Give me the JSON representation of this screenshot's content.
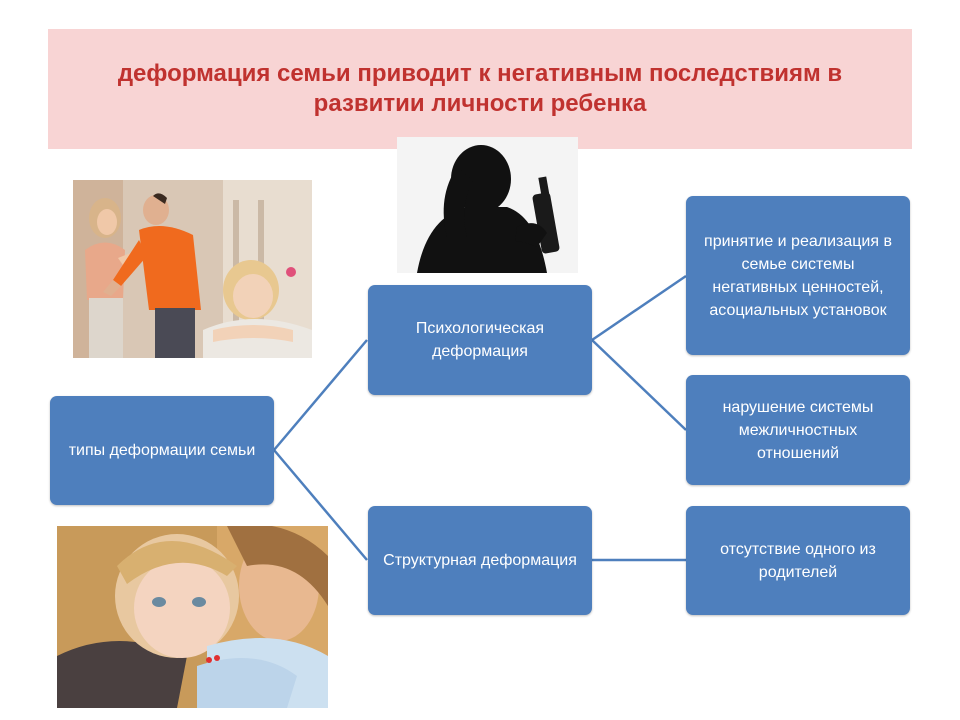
{
  "title": "деформация семьи приводит к негативным последствиям в развитии личности ребенка",
  "nodes": {
    "root": "типы деформации семьи",
    "psychological": "Психологическая деформация",
    "structural": "Структурная деформация",
    "neg_values": "принятие и реализация в семье системы негативных ценностей, асоциальных установок",
    "interpersonal": "нарушение системы межличностных отношений",
    "absent_parent": "отсутствие одного из родителей"
  },
  "colors": {
    "title": "#c0322f",
    "banner": "#f8d4d4",
    "node": "#4e7fbd",
    "connector": "#4e7fbd"
  },
  "images": {
    "top_left": "family-argument-photo",
    "top_center": "silhouette-drinking-photo",
    "bottom_left": "mother-child-photo"
  }
}
